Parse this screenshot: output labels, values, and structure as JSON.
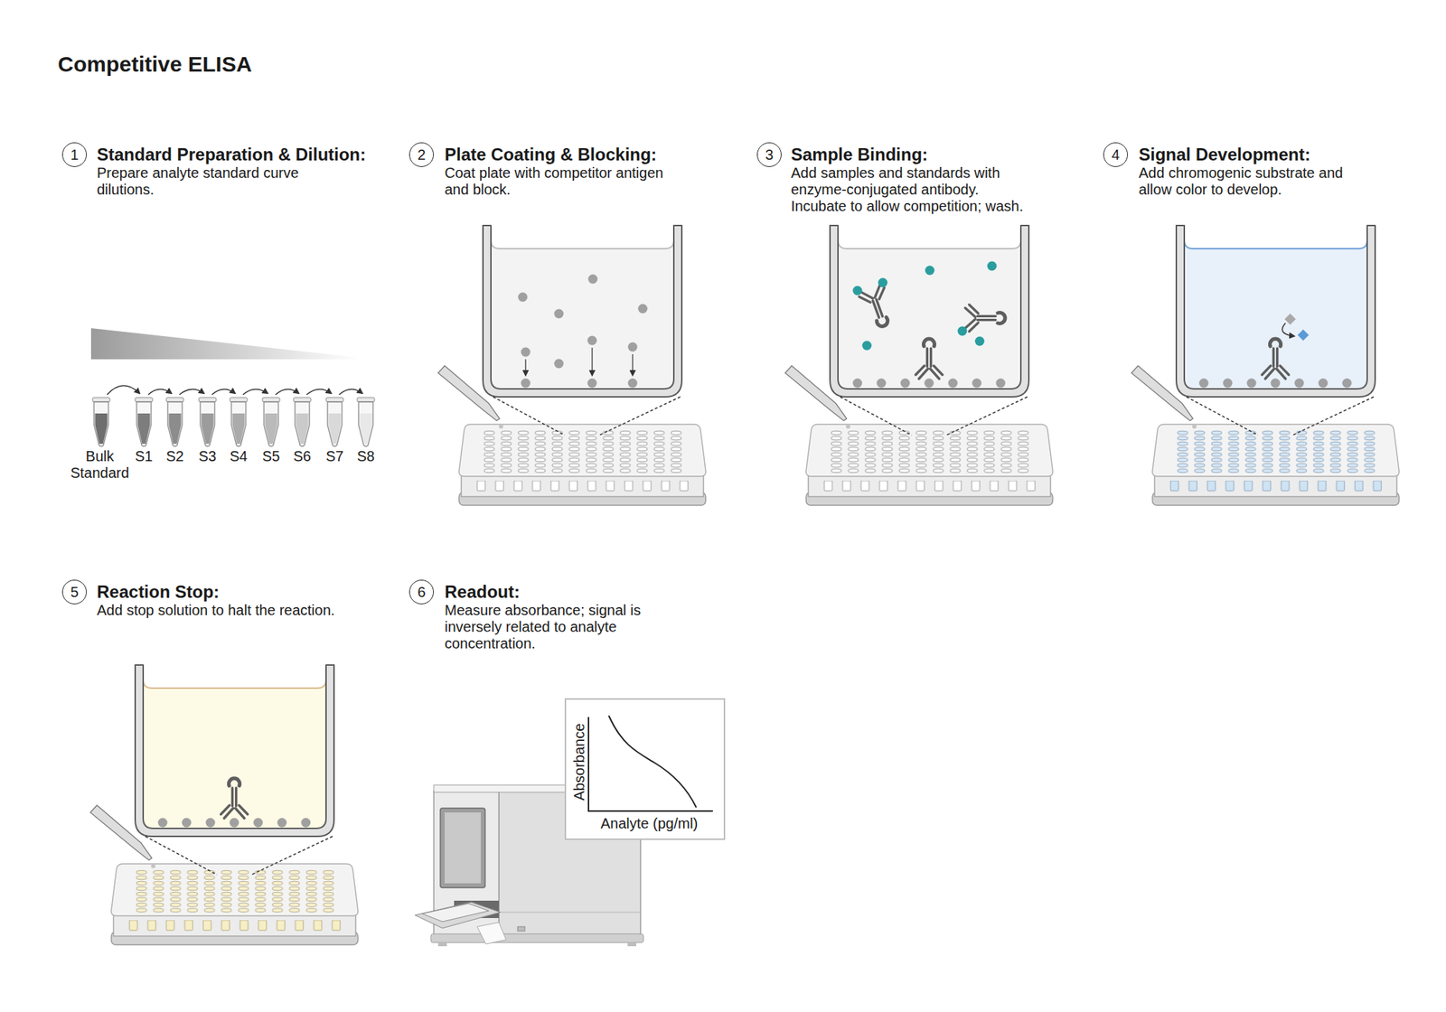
{
  "diagram": {
    "title": "Competitive ELISA",
    "nodes": [
      {
        "text": [
          "1"
        ]
      },
      {
        "text": [
          "2"
        ]
      },
      {
        "text": [
          "3"
        ]
      },
      {
        "text": [
          "4"
        ]
      },
      {
        "text": [
          "5"
        ]
      },
      {
        "text": [
          "6"
        ]
      },
      {
        "text": [
          "Absorbance",
          "Analyte (pg/ml)"
        ]
      }
    ],
    "labels": [
      "Standard Preparation & Dilution:",
      "Prepare analyte standard curve dilutions.",
      "Bulk Standard",
      "S1",
      "S2",
      "S3",
      "S4",
      "S5",
      "S6",
      "S7",
      "S8",
      "Plate Coating & Blocking:",
      "Coat plate with competitor antigen and block.",
      "Sample Binding:",
      "Add samples and standards with enzyme-conjugated antibody. Incubate to allow competition; wash.",
      "Signal Development:",
      "Add chromogenic substrate and allow color to develop.",
      "Reaction Stop:",
      "Add stop solution to halt the reaction.",
      "Readout:",
      "Measure absorbance; signal is inversely related to analyte concentration."
    ]
  }
}
